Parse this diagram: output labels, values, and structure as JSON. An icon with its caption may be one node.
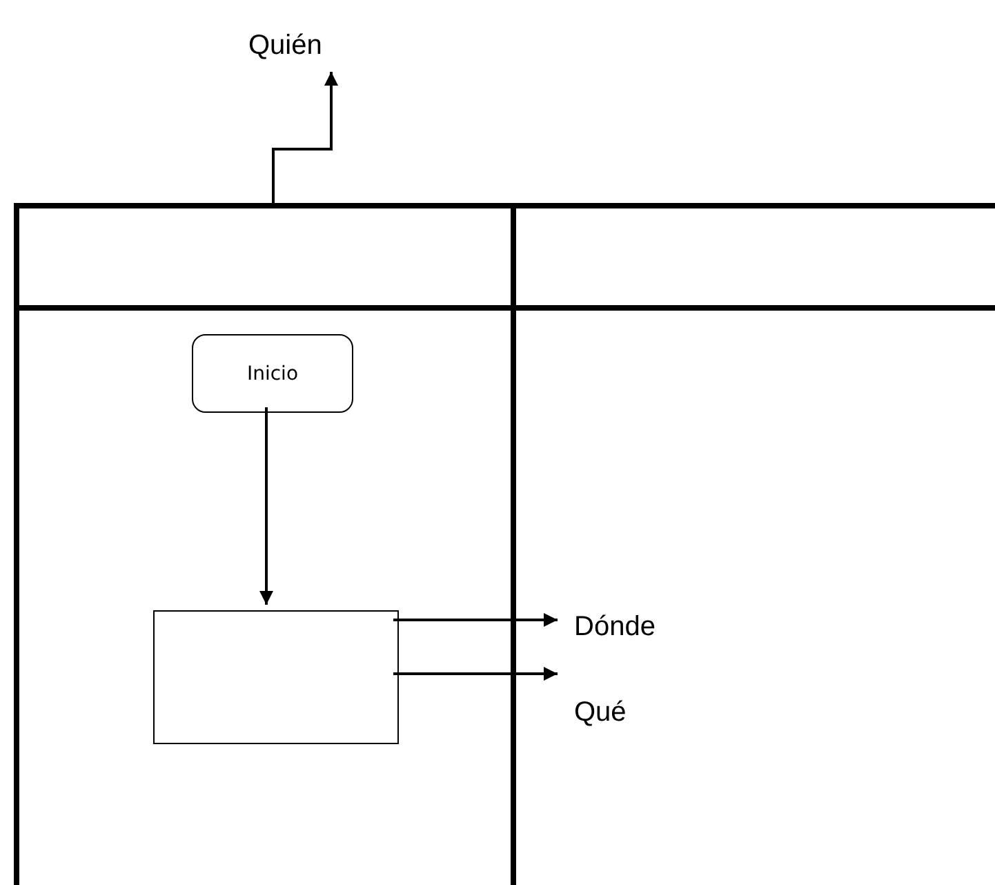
{
  "diagram": {
    "nodes": [
      {
        "text": [
          "Quién"
        ]
      },
      {
        "text": [],
        "shape": "box"
      },
      {
        "text": [],
        "shape": "box"
      },
      {
        "text": [],
        "shape": "box"
      },
      {
        "text": [],
        "shape": "box"
      },
      {
        "text": [
          "Inicio"
        ],
        "in": 3
      },
      {
        "text": [],
        "shape": "box",
        "in": 3
      },
      {
        "text": [
          "Dónde"
        ],
        "in": 4
      },
      {
        "text": [
          "Qué"
        ],
        "in": 4
      }
    ],
    "edges": [
      {
        "from": 1,
        "to": 0,
        "arrow": "to"
      },
      {
        "from": 5,
        "to": 6,
        "arrow": "to"
      },
      {
        "from": 6,
        "to": 7,
        "arrow": "to"
      },
      {
        "from": 6,
        "to": 8,
        "arrow": "to"
      }
    ]
  }
}
